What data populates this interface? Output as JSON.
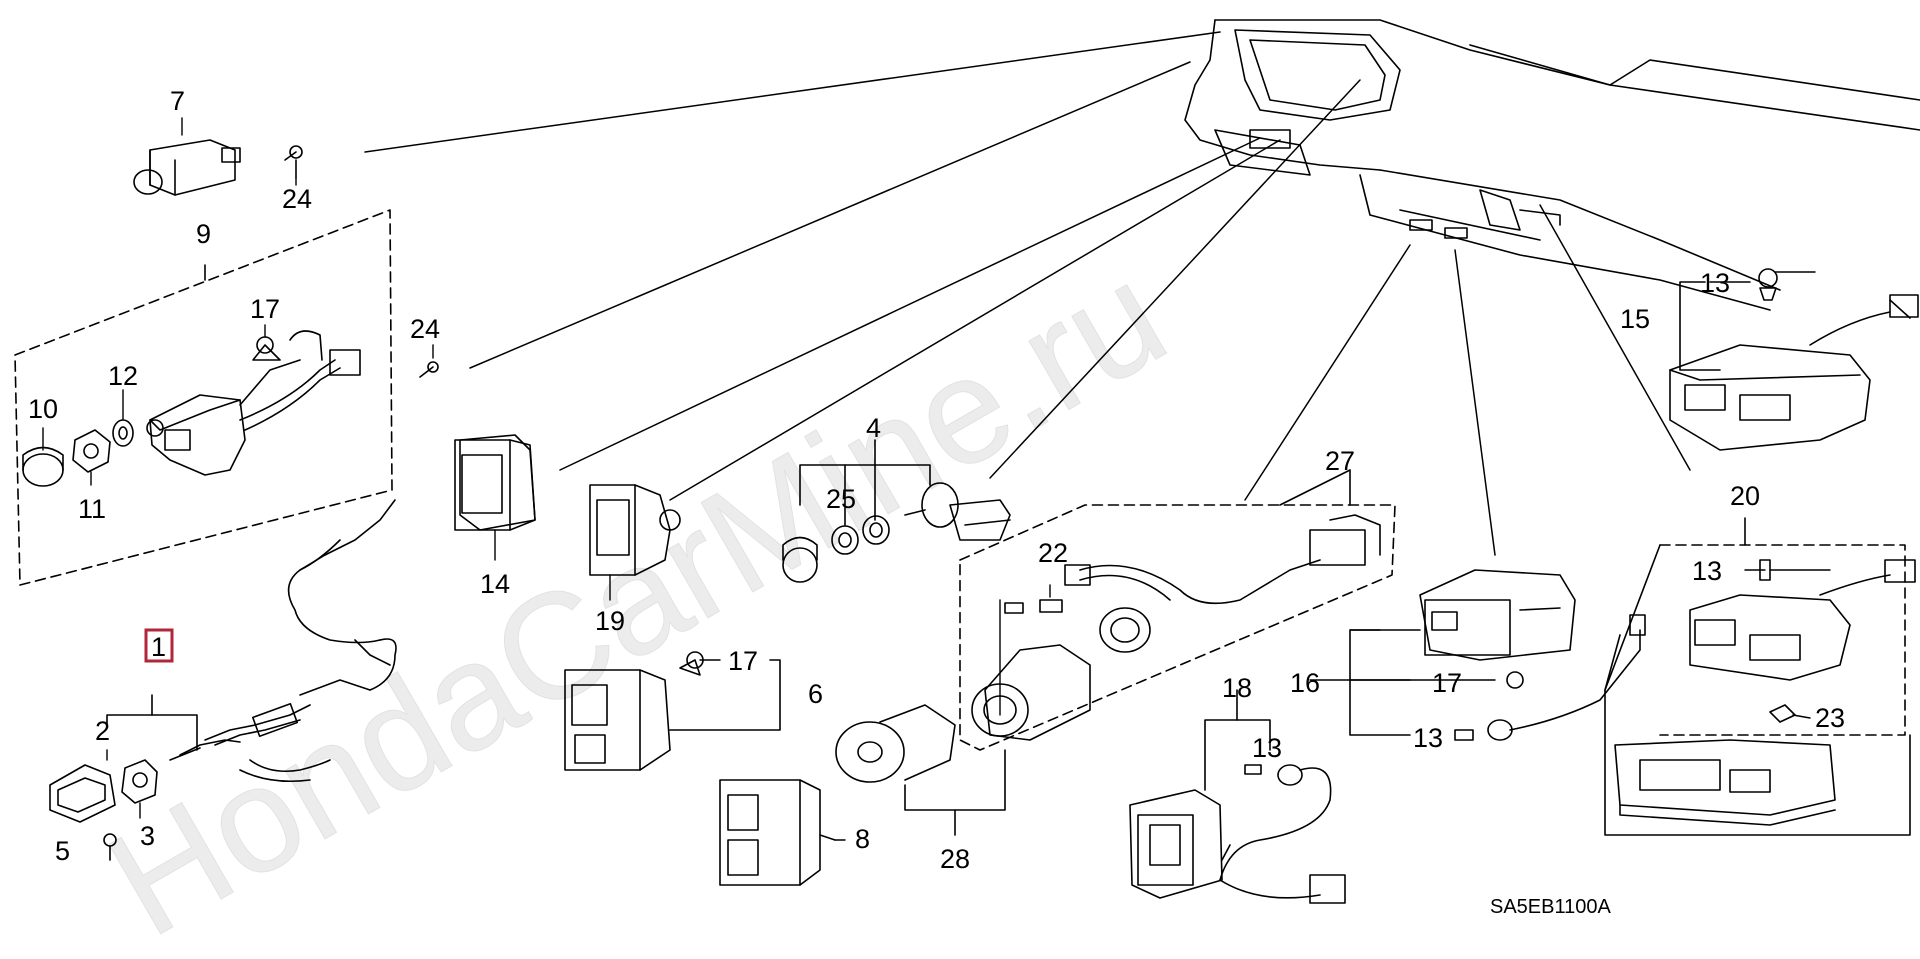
{
  "diagram_code": "SA5EB1100A",
  "watermark_text": "HondaCarMine.ru",
  "selected_part": "1",
  "callouts": {
    "p1": "1",
    "p2": "2",
    "p3": "3",
    "p4": "4",
    "p5": "5",
    "p6": "6",
    "p7": "7",
    "p8": "8",
    "p9": "9",
    "p10": "10",
    "p11": "11",
    "p12": "12",
    "p13a": "13",
    "p13b": "13",
    "p13c": "13",
    "p13d": "13",
    "p14": "14",
    "p15": "15",
    "p16": "16",
    "p17a": "17",
    "p17b": "17",
    "p17c": "17",
    "p18": "18",
    "p19": "19",
    "p20": "20",
    "p22": "22",
    "p23": "23",
    "p24a": "24",
    "p24b": "24",
    "p25": "25",
    "p27": "27",
    "p28": "28"
  },
  "colors": {
    "line": "#000000",
    "selected_box": "#b2253a",
    "watermark": "#e6e6e6"
  }
}
